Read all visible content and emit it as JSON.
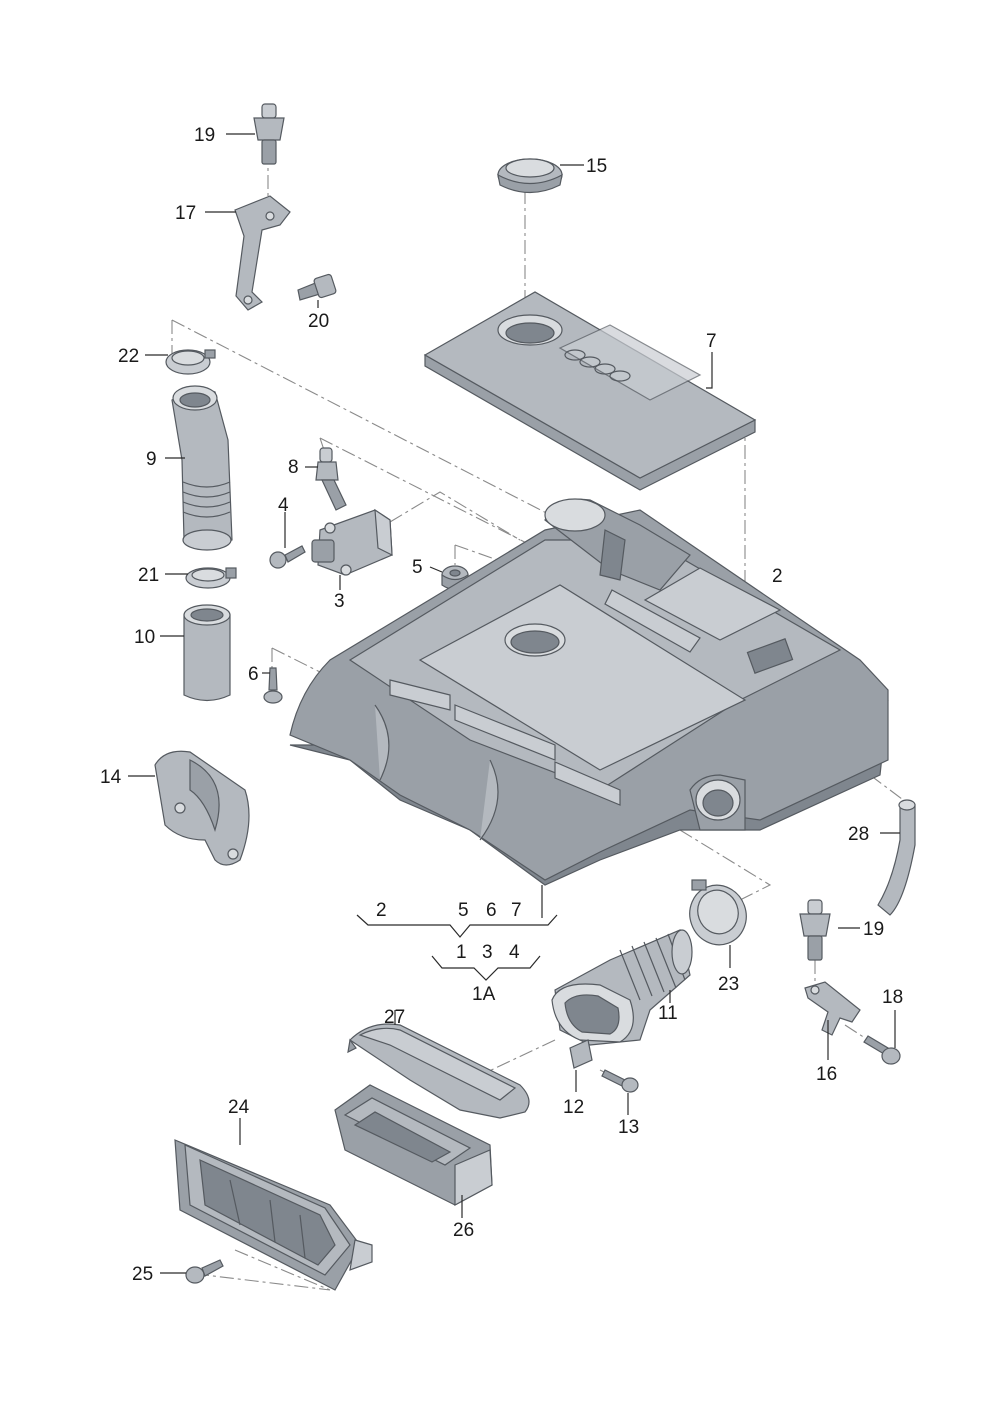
{
  "callouts": {
    "p1": "1",
    "p1a": "1A",
    "p2a": "2",
    "p2b": "2",
    "p3a": "3",
    "p3b": "3",
    "p4a": "4",
    "p4b": "4",
    "p5a": "5",
    "p5b": "5",
    "p6a": "6",
    "p6b": "6",
    "p7a": "7",
    "p7b": "7",
    "p8": "8",
    "p9": "9",
    "p10": "10",
    "p11": "11",
    "p12": "12",
    "p13": "13",
    "p14": "14",
    "p15": "15",
    "p16": "16",
    "p17": "17",
    "p18": "18",
    "p19a": "19",
    "p19b": "19",
    "p20": "20",
    "p21": "21",
    "p22": "22",
    "p23": "23",
    "p24": "24",
    "p25": "25",
    "p26": "26",
    "p27": "27",
    "p28": "28"
  },
  "colors": {
    "part_light": "#c9cdd2",
    "part_mid": "#b4b9bf",
    "part_dark": "#9aa0a7",
    "outline": "#555a60"
  }
}
